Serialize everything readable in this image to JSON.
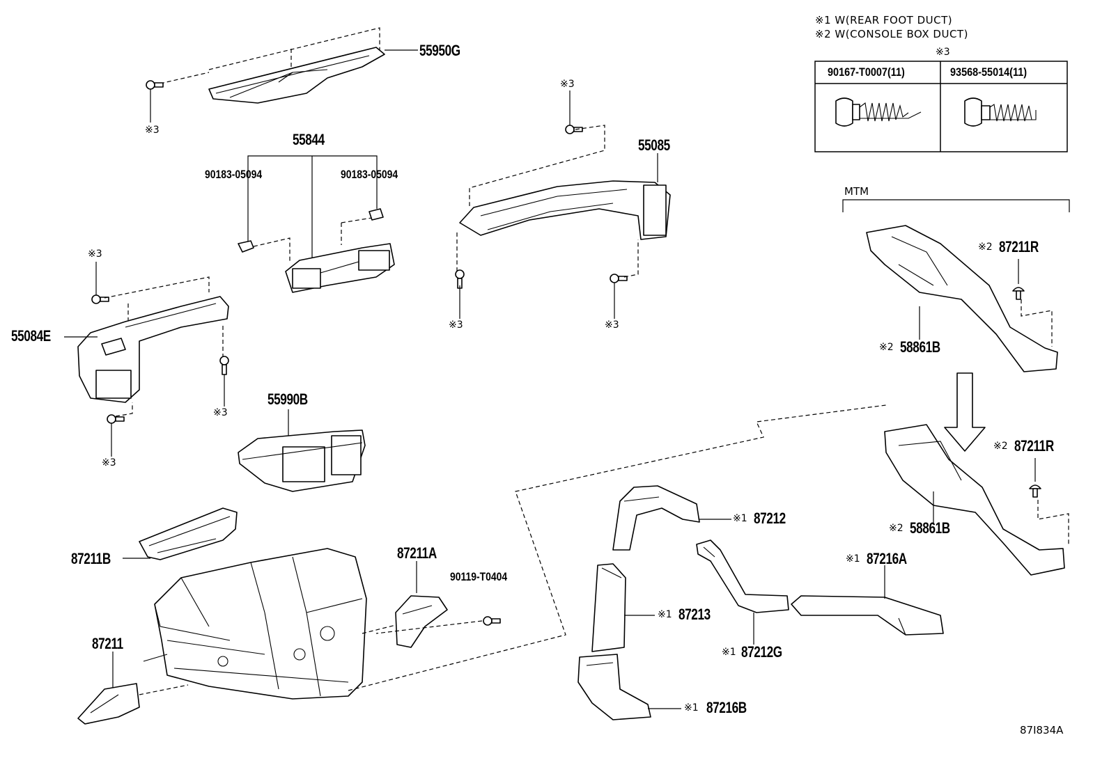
{
  "notes": {
    "note1": "※1 W(REAR FOOT DUCT)",
    "note2": "※2 W(CONSOLE BOX DUCT)",
    "table_ref": "※3"
  },
  "fastener_table": {
    "col1": "90167-T0007(11)",
    "col2": "93568-55014(11)"
  },
  "mtm_label": "MTM",
  "drawing_code": "87I834A",
  "parts": {
    "p55950G": "55950G",
    "p55844": "55844",
    "p90183a": "90183-05094",
    "p90183b": "90183-05094",
    "p55085": "55085",
    "p55084E": "55084E",
    "p55990B": "55990B",
    "p87211B": "87211B",
    "p87211A": "87211A",
    "p90119": "90119-T0404",
    "p87211": "87211",
    "p87212": "87212",
    "p87213": "87213",
    "p87212G": "87212G",
    "p87216A": "87216A",
    "p87216B": "87216B",
    "p87211R_top": "87211R",
    "p58861B_top": "58861B",
    "p87211R_bot": "87211R",
    "p58861B_bot": "58861B"
  },
  "marks": {
    "m3": "※3",
    "m1": "※1",
    "m2": "※2"
  }
}
